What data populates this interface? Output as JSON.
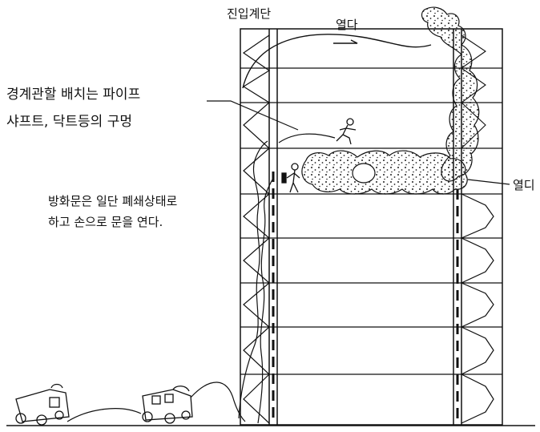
{
  "figure": {
    "labels": {
      "entry_stairs": "진입계단",
      "open_top": "열다",
      "open_right": "열디",
      "vigilance_line1": "경계관할 배치는 파이프",
      "vigilance_line2": "샤프트, 닥트등의 구멍",
      "firedoor_line1": "방화문은 일단 폐쇄상태로",
      "firedoor_line2": "하고 손으로 문을 연다."
    },
    "colors": {
      "line": "#111111",
      "background": "#ffffff",
      "smoke_dot": "#222222"
    },
    "icons": {
      "vehicle_1": "fire-truck-icon",
      "vehicle_2": "fire-truck-icon",
      "person_running": "firefighter-running-icon",
      "person_standing": "firefighter-standing-icon"
    }
  }
}
